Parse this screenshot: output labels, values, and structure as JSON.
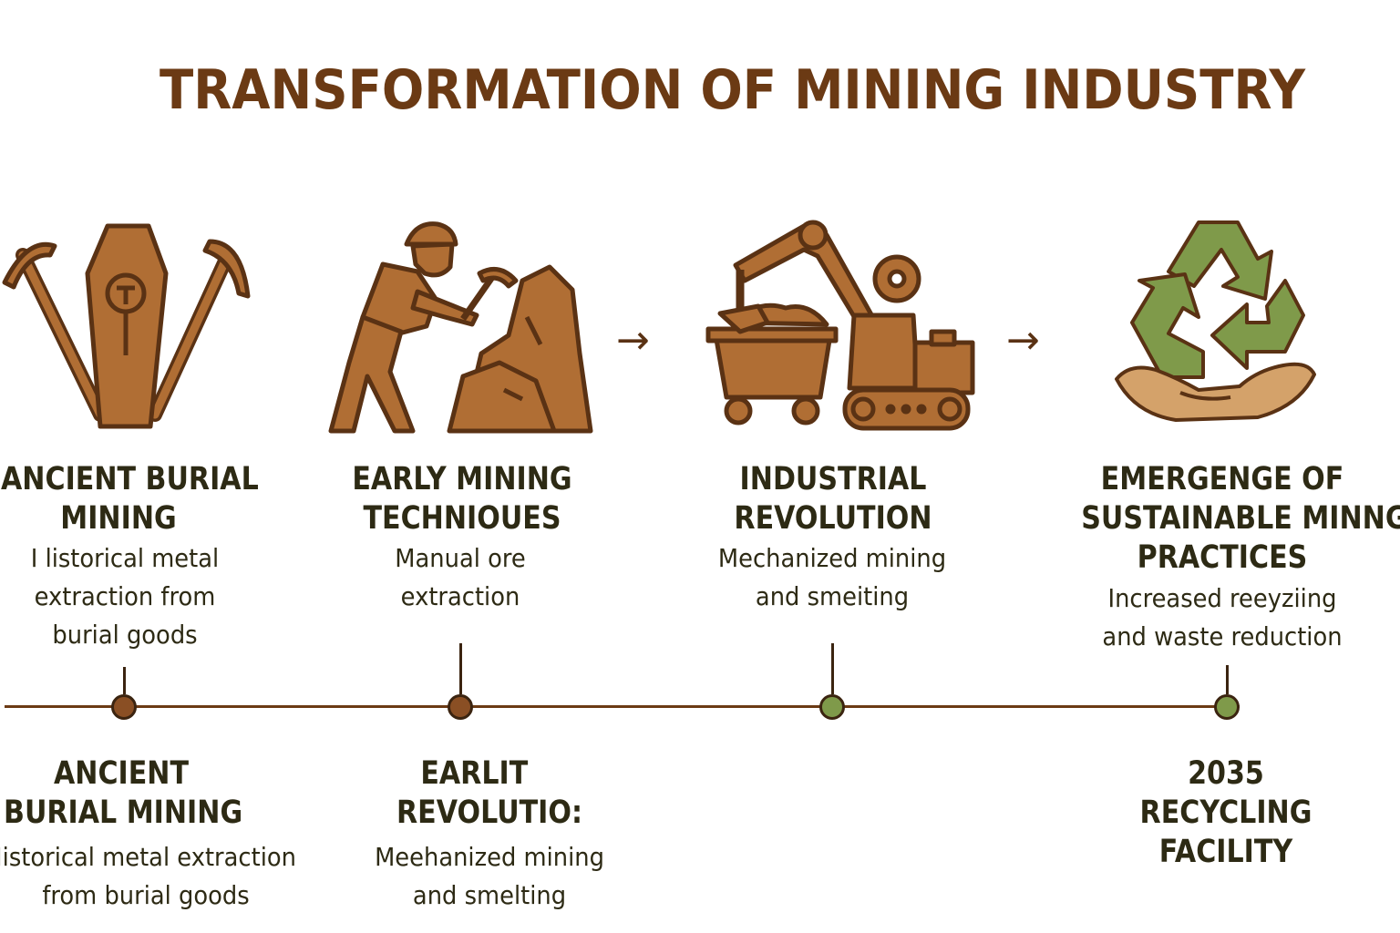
{
  "title": "TRANSFORMATION OF MINING INDUSTRY",
  "colors": {
    "title": "#6b3a14",
    "icon_fill": "#b06e34",
    "icon_stroke": "#5a3214",
    "recycle": "#7f9a4a",
    "node_brown": "#8a4f24",
    "node_green": "#7f9a4a"
  },
  "icons": [
    "coffin-pickaxes-icon",
    "miner-icon",
    "excavator-icon",
    "recycle-hand-icon"
  ],
  "stages": [
    {
      "title_lines": [
        "ANCIENT BURIAL",
        "MINING"
      ],
      "desc_lines": [
        "I listorical metal",
        "extraction from",
        "burial goods"
      ]
    },
    {
      "title_lines": [
        "EARLY MINING",
        "TECHNIOUES"
      ],
      "desc_lines": [
        "Manual ore",
        "extraction"
      ]
    },
    {
      "title_lines": [
        "INDUSTRIAL",
        "REVOLUTION"
      ],
      "desc_lines": [
        "Mechanized mining",
        "and smeiting"
      ]
    },
    {
      "title_lines": [
        "EMERGENGE OF",
        "SUSTAINABLE MINNG",
        "PRACTICES"
      ],
      "desc_lines": [
        "Increased reeyziing",
        "and waste reduction"
      ]
    }
  ],
  "arrows": [
    "→",
    "→"
  ],
  "timeline": [
    {
      "title_lines": [
        "ANCIENT",
        "BURIAL MINING"
      ],
      "desc_lines": [
        "Iistorical metal extraction",
        "from burial goods"
      ]
    },
    {
      "title_lines": [
        "EARLIT",
        "REVOLUTIO:"
      ],
      "desc_lines": [
        "Meehanized mining",
        "and smelting"
      ]
    },
    {
      "title_lines": [],
      "desc_lines": []
    },
    {
      "title_lines": [
        "2035",
        "RECYCLING",
        "FACILITY"
      ],
      "desc_lines": []
    }
  ]
}
